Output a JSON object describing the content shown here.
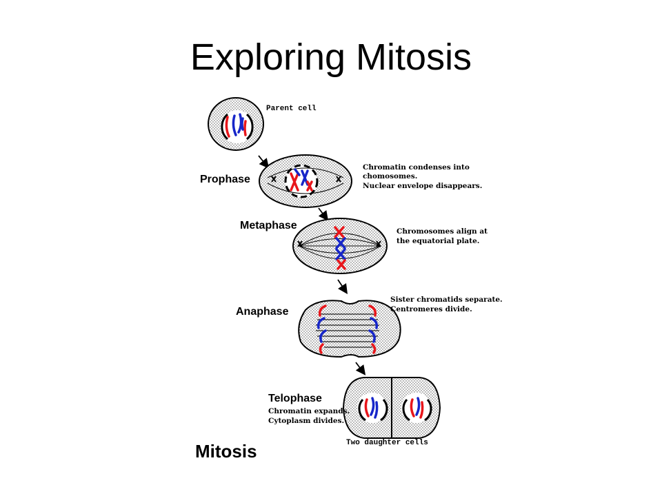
{
  "title": "Exploring Mitosis",
  "diagram": {
    "parent_cell_label": "Parent cell",
    "phases": {
      "prophase": {
        "label": "Prophase",
        "note_line1": "Chromatin condenses into",
        "note_line2": "chomosomes.",
        "note_line3": "Nuclear envelope disappears."
      },
      "metaphase": {
        "label": "Metaphase",
        "note_line1": "Chromosomes align at",
        "note_line2": "the equatorial plate."
      },
      "anaphase": {
        "label": "Anaphase",
        "note_line1": "Sister chromatids separate.",
        "note_line2": "Centromeres divide."
      },
      "telophase": {
        "label": "Telophase",
        "note_line1": "Chromatin expands.",
        "note_line2": "Cytoplasm divides."
      }
    },
    "daughter_cells_label": "Two daughter cells",
    "caption": "Mitosis"
  },
  "colors": {
    "chromosome_maternal": "#e8161b",
    "chromosome_paternal": "#1726c9"
  }
}
